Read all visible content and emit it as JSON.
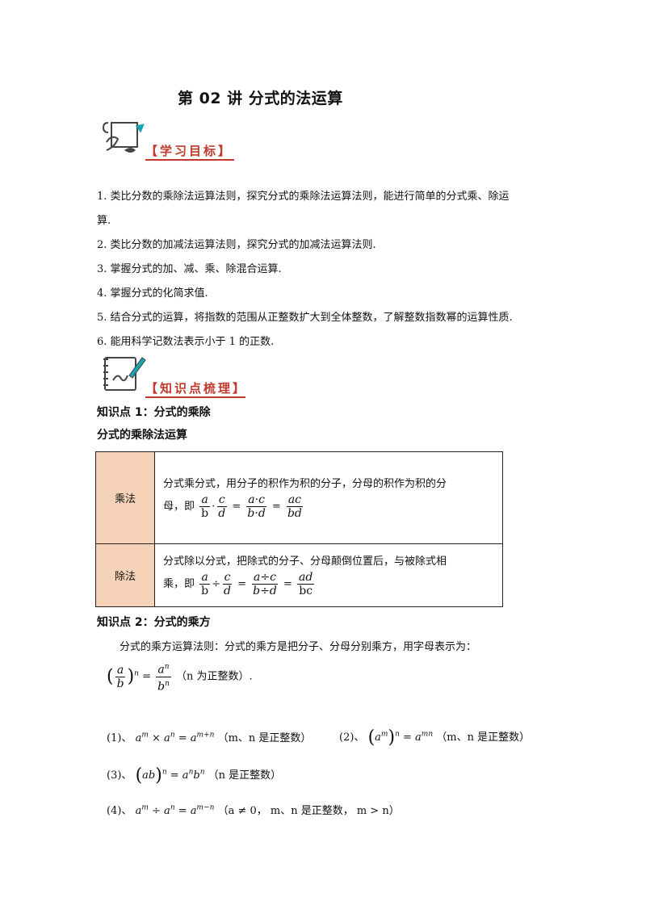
{
  "title": "第 02 讲  分式的法运算",
  "section_goals": "【学习目标】",
  "goals": [
    "1. 类比分数的乘除法运算法则，探究分式的乘除法运算法则，能进行简单的分式乘、除运",
    "算.",
    "2. 类比分数的加减法运算法则，探究分式的加减法运算法则.",
    "3. 掌握分式的加、减、乘、除混合运算.",
    "4. 掌握分式的化简求值.",
    "5. 结合分式的运算，将指数的范围从正整数扩大到全体整数，了解整数指数幂的运算性质.",
    "6. 能用科学记数法表示小于  1  的正数."
  ],
  "section_knowledge": "【知识点梳理】",
  "kp1": "知识点 1：分式的乘除",
  "kp1_sub": "分式的乘除法运算",
  "table": {
    "mul_label": "乘法",
    "mul_text": "分式乘分式，用分子的积作为积的分子，分母的积作为积的分",
    "mul_text2": "母，即",
    "div_label": "除法",
    "div_text": "分式除以分式，把除式的分子、分母颠倒位置后，与被除式相",
    "div_text2": "乘，即"
  },
  "kp2": "知识点 2：分式的乘方",
  "kp2_text": "分式的乘方运算法则：分式的乘方是把分子、分母分别乘方，用字母表示为：",
  "kp2_note": "（n 为正整数）.",
  "rules": {
    "r1_label": "(1)、",
    "r1_note": "（m、n 是正整数）",
    "r2_label": "(2)、",
    "r2_note": "（m、n 是正整数）",
    "r3_label": "(3)、",
    "r3_note": "（n 是正整数）",
    "r4_label": "(4)、",
    "r4_note": "（a ≠ 0， m、n 是正整数， m > n）"
  }
}
